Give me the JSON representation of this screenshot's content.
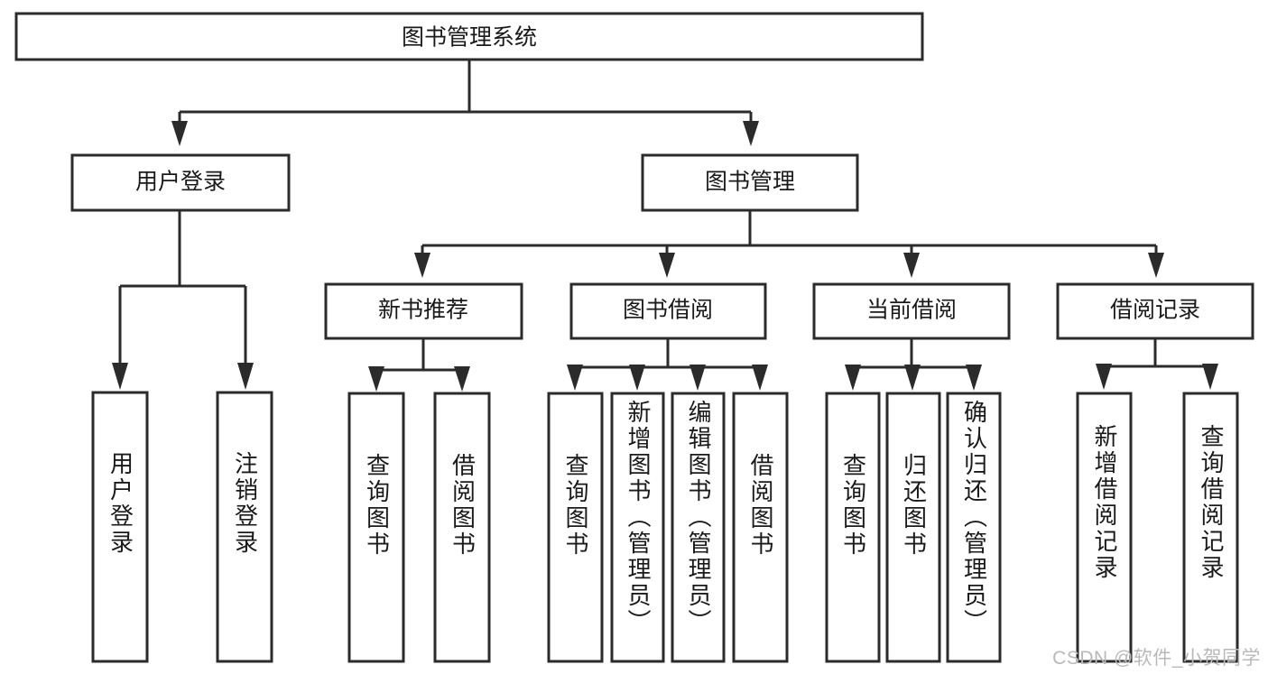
{
  "diagram": {
    "type": "hierarchy-tree",
    "title_node": {
      "label": "图书管理系统"
    },
    "level1": [
      {
        "id": "user-login",
        "label": "用户登录"
      },
      {
        "id": "book-management",
        "label": "图书管理"
      }
    ],
    "level2": [
      {
        "id": "new-book-recommend",
        "label": "新书推荐",
        "parent": "book-management"
      },
      {
        "id": "book-borrow",
        "label": "图书借阅",
        "parent": "book-management"
      },
      {
        "id": "current-borrow",
        "label": "当前借阅",
        "parent": "book-management"
      },
      {
        "id": "borrow-record",
        "label": "借阅记录",
        "parent": "book-management"
      }
    ],
    "leaves": {
      "user-login": [
        {
          "id": "leaf-user-login",
          "label": "用户登录"
        },
        {
          "id": "leaf-user-logout",
          "label": "注销登录"
        }
      ],
      "new-book-recommend": [
        {
          "id": "leaf-query-book-1",
          "label": "查询图书"
        },
        {
          "id": "leaf-borrow-book-1",
          "label": "借阅图书"
        }
      ],
      "book-borrow": [
        {
          "id": "leaf-query-book-2",
          "label": "查询图书"
        },
        {
          "id": "leaf-add-book",
          "label": "新增图书（管理员）"
        },
        {
          "id": "leaf-edit-book",
          "label": "编辑图书（管理员）"
        },
        {
          "id": "leaf-borrow-book-2",
          "label": "借阅图书"
        }
      ],
      "current-borrow": [
        {
          "id": "leaf-query-book-3",
          "label": "查询图书"
        },
        {
          "id": "leaf-return-book",
          "label": "归还图书"
        },
        {
          "id": "leaf-confirm-return",
          "label": "确认归还（管理员）"
        }
      ],
      "borrow-record": [
        {
          "id": "leaf-add-record",
          "label": "新增借阅记录"
        },
        {
          "id": "leaf-query-record",
          "label": "查询借阅记录"
        }
      ]
    },
    "colors": {
      "box_stroke": "#2b2b2b",
      "box_fill": "#ffffff",
      "text": "#1a1a1a",
      "background": "#ffffff",
      "watermark": "#b9b9b9"
    }
  },
  "watermark": {
    "text": "CSDN @软件_小贺同学"
  }
}
